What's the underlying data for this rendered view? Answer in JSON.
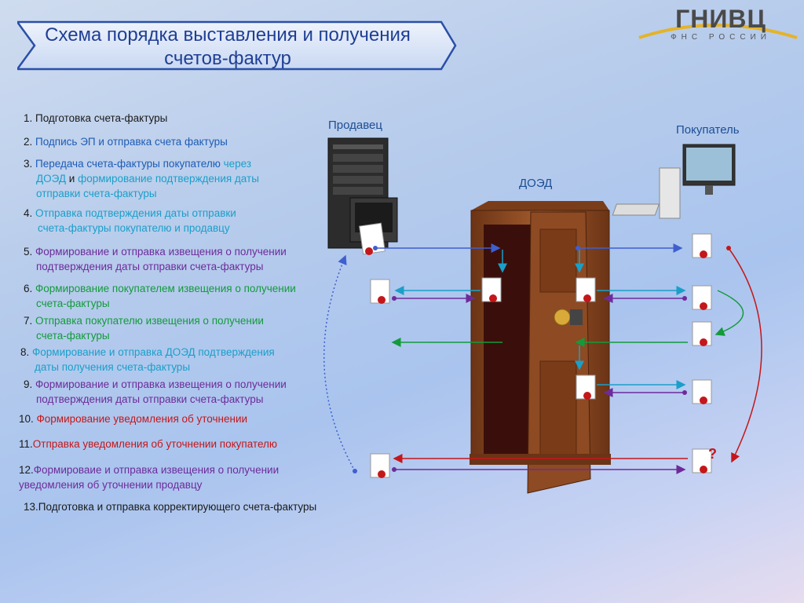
{
  "title": {
    "line1": "Схема порядка выставления и получения",
    "line2": "счетов-фактур"
  },
  "logo": {
    "main": "ГНИВЦ",
    "sub": "ФНС РОССИИ"
  },
  "actors": {
    "seller": "Продавец",
    "buyer": "Покупатель",
    "operator": "ДОЭД"
  },
  "steps": [
    {
      "num": "1.",
      "parts": [
        {
          "t": " Подготовка счета-фактуры",
          "c": "black"
        }
      ]
    },
    {
      "num": "2.",
      "parts": [
        {
          "t": " Подпись ЭП и отправка счета фактуры",
          "c": "blue"
        }
      ]
    },
    {
      "num": "3.",
      "parts": [
        {
          "t": " Передача счета-фактуры покупателю ",
          "c": "blue"
        },
        {
          "t": "через",
          "c": "cyan"
        }
      ],
      "line2": [
        {
          "t": "ДОЭД",
          "c": "cyan"
        },
        {
          "t": " и ",
          "c": "black"
        },
        {
          "t": "формирование подтверждения даты",
          "c": "cyan"
        }
      ],
      "line3": [
        {
          "t": "отправки счета-фактуры",
          "c": "cyan"
        }
      ]
    },
    {
      "num": "4.",
      "parts": [
        {
          "t": " Отправка подтверждения даты отправки",
          "c": "cyan"
        }
      ],
      "line2": [
        {
          "t": "счета-фактуры покупателю и продавцу",
          "c": "cyan"
        }
      ]
    },
    {
      "num": "5.",
      "parts": [
        {
          "t": " Формирование и отправка извещения о получении",
          "c": "purple"
        }
      ],
      "line2": [
        {
          "t": "подтверждения даты отправки счета-фактуры",
          "c": "purple"
        }
      ]
    },
    {
      "num": "6.",
      "parts": [
        {
          "t": " Формирование покупателем извещения о получении",
          "c": "green"
        }
      ],
      "line2": [
        {
          "t": "счета-фактуры",
          "c": "green"
        }
      ]
    },
    {
      "num": "7.",
      "parts": [
        {
          "t": " Отправка покупателю извещения о получении",
          "c": "green"
        }
      ],
      "line2": [
        {
          "t": "счета-фактуры",
          "c": "green"
        }
      ]
    },
    {
      "num": "8.",
      "parts": [
        {
          "t": " Формирование и отправка ДОЭД подтверждения",
          "c": "cyan"
        }
      ],
      "line2": [
        {
          "t": "даты  получения счета-фактуры",
          "c": "cyan"
        }
      ]
    },
    {
      "num": "9.",
      "parts": [
        {
          "t": " Формирование и отправка извещения о получении",
          "c": "purple"
        }
      ],
      "line2": [
        {
          "t": "подтверждения даты отправки счета-фактуры",
          "c": "purple"
        }
      ]
    },
    {
      "num": "10.",
      "parts": [
        {
          "t": " Формирование уведомления об уточнении",
          "c": "red"
        }
      ]
    },
    {
      "num": "11.",
      "parts": [
        {
          "t": "Отправка уведомления об уточнении покупателю",
          "c": "red"
        }
      ]
    },
    {
      "num": "12.",
      "parts": [
        {
          "t": "Формироваие и отправка извещения о получении",
          "c": "purple"
        }
      ],
      "line2": [
        {
          "t": "уведомления об уточнении продавцу",
          "c": "purple"
        }
      ]
    },
    {
      "num": "13.",
      "parts": [
        {
          "t": "Подготовка и отправка корректирующего счета-фактуры",
          "c": "black"
        }
      ]
    }
  ],
  "colors": {
    "title": "#1f3f95",
    "blue": "#1d5bb5",
    "cyan": "#1a9fc9",
    "purple": "#6d2b9a",
    "green": "#139a3b",
    "red": "#c4171a",
    "banner": "#dfe9fb",
    "cabinet": "#8a4a22"
  }
}
